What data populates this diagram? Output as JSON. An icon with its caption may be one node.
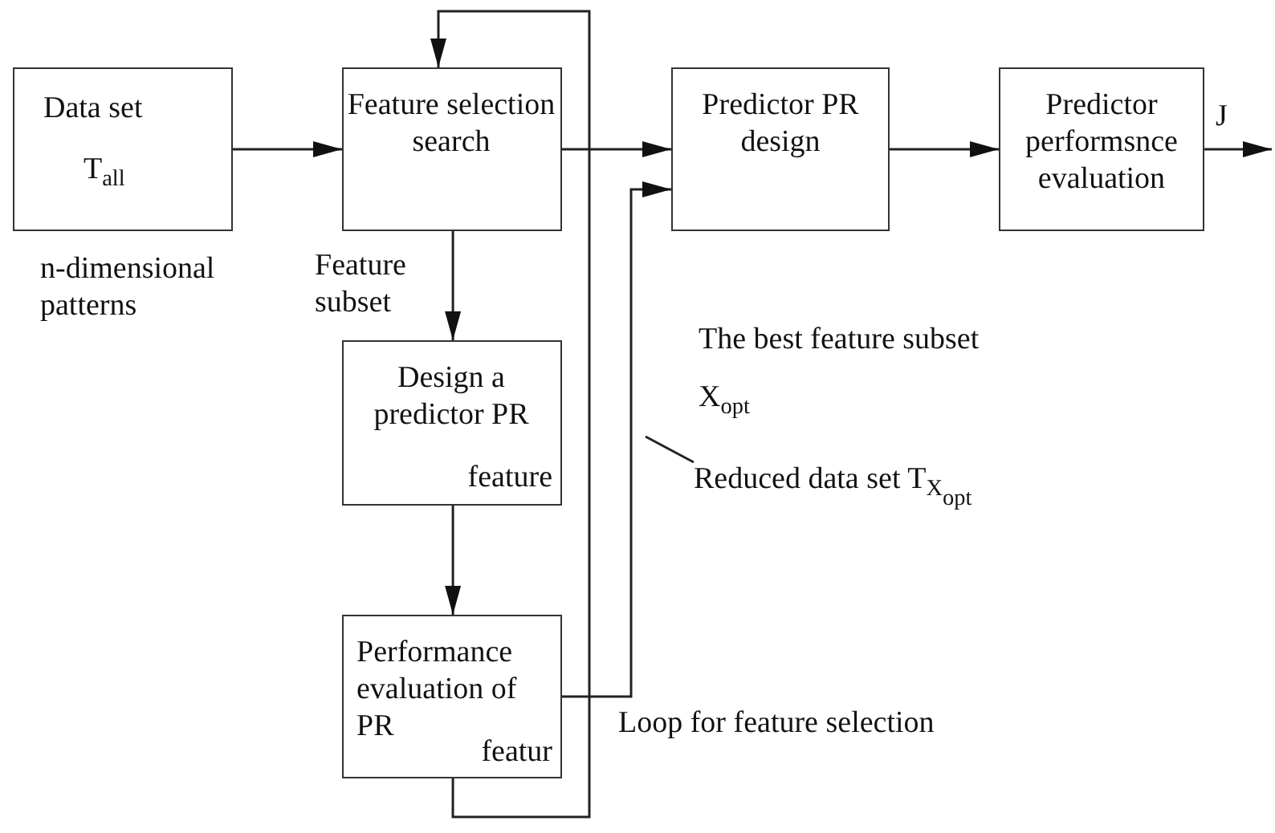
{
  "diagram": {
    "nodes": [
      {
        "text": [
          "Data set",
          "T$_{all}$"
        ],
        "beside": [
          "n-dimensional patterns"
        ]
      },
      {
        "text": [
          "Feature selection search"
        ]
      },
      {
        "text": [
          "Predictor PR design"
        ]
      },
      {
        "text": [
          "Predictor performsnce evaluation"
        ]
      },
      {
        "text": [
          "Design a predictor PR",
          "feature"
        ]
      },
      {
        "text": [
          "Performance evaluation of PR",
          "featur"
        ]
      },
      {
        "text": [
          "Reduced data set T$_{X}$$_{opt}$"
        ]
      }
    ],
    "edges": [
      {
        "from": 0,
        "to": 1,
        "arrow": "to"
      },
      {
        "from": 1,
        "to": 2,
        "arrow": "to"
      },
      {
        "from": 2,
        "to": 3,
        "arrow": "to"
      },
      {
        "from": 3,
        "to": null,
        "arrow": "to",
        "label": "J"
      },
      {
        "from": 1,
        "to": 4,
        "arrow": "to",
        "label": "Feature subset"
      },
      {
        "from": 4,
        "to": 5,
        "arrow": "to"
      },
      {
        "from": 5,
        "to": 1,
        "arrow": "to"
      },
      {
        "from": 5,
        "to": 2,
        "arrow": "to"
      },
      {
        "from": 6,
        "to": null,
        "arrow": "none"
      }
    ],
    "labels": [
      "The best feature subset X$_{opt}$",
      "Loop for feature selection"
    ]
  }
}
